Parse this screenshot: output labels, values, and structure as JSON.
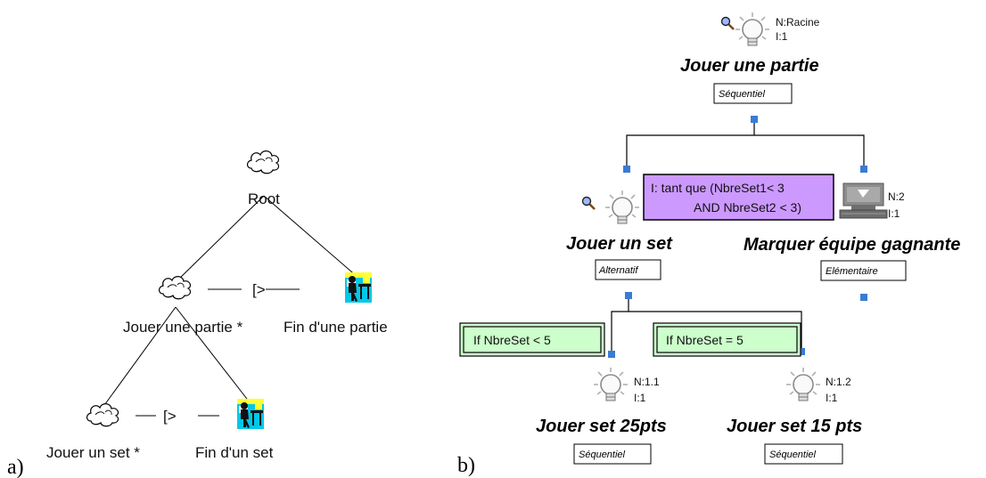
{
  "panel_a": {
    "marker": "a)",
    "root_label": "Root",
    "operator_top": "[>",
    "operator_bottom": "[>",
    "node_partie": "Jouer une partie *",
    "node_fin_partie": "Fin d'une partie",
    "node_set": "Jouer un set *",
    "node_fin_set": "Fin d'un set"
  },
  "panel_b": {
    "marker": "b)",
    "root": {
      "title": "Jouer une partie",
      "n": "N:Racine",
      "i": "I:1",
      "type": "Séquentiel"
    },
    "set": {
      "title": "Jouer un set",
      "type": "Alternatif",
      "condition_line1": "I: tant que (NbreSet1< 3",
      "condition_line2": "AND NbreSet2 < 3)"
    },
    "winner": {
      "title": "Marquer équipe gagnante",
      "n": "N:2",
      "i": "I:1",
      "type": "Elémentaire"
    },
    "set25": {
      "title": "Jouer set 25pts",
      "n": "N:1.1",
      "i": "I:1",
      "type": "Séquentiel",
      "condition": "If NbreSet < 5"
    },
    "set15": {
      "title": "Jouer set 15 pts",
      "n": "N:1.2",
      "i": "I:1",
      "type": "Séquentiel",
      "condition": "If NbreSet = 5"
    }
  },
  "colors": {
    "connector": "#3a7bd5",
    "condition_purple": "#cc99ff",
    "condition_green": "#ccffcc",
    "screen_gray": "#8c8c8c"
  }
}
